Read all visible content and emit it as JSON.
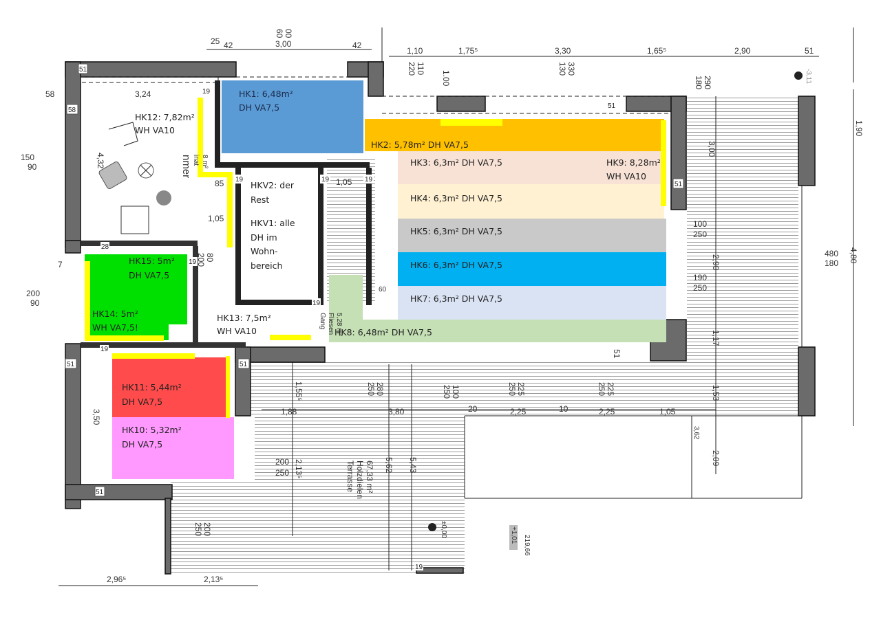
{
  "zones": [
    {
      "id": "HK1",
      "line1": "HK1: 6,48m²",
      "line2": "DH VA7,5",
      "color": "#5b9bd5"
    },
    {
      "id": "HK2",
      "line1": "HK2: 5,78m² DH VA7,5",
      "color": "#ffc000"
    },
    {
      "id": "HK3",
      "line1": "HK3: 6,3m² DH VA7,5",
      "color": "#f8e2d6"
    },
    {
      "id": "HK4",
      "line1": "HK4: 6,3m² DH VA7,5",
      "color": "#fff1d2"
    },
    {
      "id": "HK5",
      "line1": "HK5: 6,3m² DH VA7,5",
      "color": "#c9c9c9"
    },
    {
      "id": "HK6",
      "line1": "HK6: 6,3m² DH VA7,5",
      "color": "#00b0f0"
    },
    {
      "id": "HK7",
      "line1": "HK7: 6,3m² DH VA7,5",
      "color": "#dae3f3"
    },
    {
      "id": "HK8",
      "line1": "HK8: 6,48m² DH VA7,5",
      "color": "#c5e0b4"
    },
    {
      "id": "HK9",
      "line1": "HK9: 8,28m²",
      "line2": "WH VA10"
    },
    {
      "id": "HK10",
      "line1": "HK10: 5,32m²",
      "line2": "DH VA7,5",
      "color": "#ff99ff"
    },
    {
      "id": "HK11",
      "line1": "HK11: 5,44m²",
      "line2": "DH VA7,5",
      "color": "#ff4b4b"
    },
    {
      "id": "HK12",
      "line1": "HK12: 7,82m²",
      "line2": "WH VA10"
    },
    {
      "id": "HK13",
      "line1": "HK13: 7,5m²",
      "line2": "WH VA10"
    },
    {
      "id": "HK14",
      "line1": "HK14: 5m²",
      "line2": "WH VA7,5!",
      "color": "#00e000"
    },
    {
      "id": "HK15",
      "line1": "HK15: 5m²",
      "line2": "DH VA7,5"
    }
  ],
  "notes": {
    "hkv2": [
      "HKV2: der",
      "Rest"
    ],
    "hkv1": [
      "HKV1: alle",
      "DH im",
      "Wohn-",
      "bereich"
    ]
  },
  "rooms": {
    "terrace": [
      "Terrasse",
      "Holzdielen",
      "67,33 m²"
    ],
    "gang": [
      "Gang",
      "Fliesen",
      "5,28 m²"
    ],
    "zimmer": [
      "nmer",
      "inat",
      "8 m²"
    ]
  },
  "levels": {
    "zero": "±0,00",
    "plus": "+1,01",
    "height": "219,66",
    "minus": "-3,11",
    "top": "60",
    "top2": "00"
  },
  "dims": {
    "top": [
      "25",
      "42",
      "3,00",
      "42",
      "1,10",
      "1,75⁵",
      "3,30",
      "1,65⁵",
      "2,90",
      "51"
    ],
    "top_vert": [
      "220",
      "110",
      "1.00",
      "130",
      "330",
      "180",
      "290"
    ],
    "mid_h": [
      "1,88",
      "3,80",
      "20",
      "2,25",
      "10",
      "2,25",
      "1,05"
    ],
    "bottom": [
      "2,96⁵",
      "2,13⁵"
    ],
    "right_vert": [
      "3,00",
      "2,90",
      "1,17",
      "1,53",
      "2,09",
      "3,62",
      "4,80",
      "1,90"
    ],
    "other_vert": [
      "5,62",
      "5,43",
      "3,50",
      "4,32",
      "1,55⁵",
      "2,13⁵",
      "80",
      "200",
      "250",
      "280",
      "250",
      "100",
      "250",
      "225",
      "250",
      "225",
      "200",
      "250",
      "51"
    ],
    "fractions": [
      [
        "150",
        "90"
      ],
      [
        "200",
        "90"
      ],
      [
        "200",
        "250"
      ],
      [
        "100",
        "250"
      ],
      [
        "190",
        "250"
      ],
      [
        "480",
        "180"
      ]
    ],
    "misc": [
      "3,24",
      "58",
      "85",
      "1,05",
      "1,05",
      "60",
      "7"
    ],
    "boxes": [
      "51",
      "58",
      "19",
      "19",
      "19",
      "19",
      "19",
      "51",
      "28",
      "19",
      "19",
      "51",
      "51",
      "51",
      "19",
      "51"
    ]
  }
}
